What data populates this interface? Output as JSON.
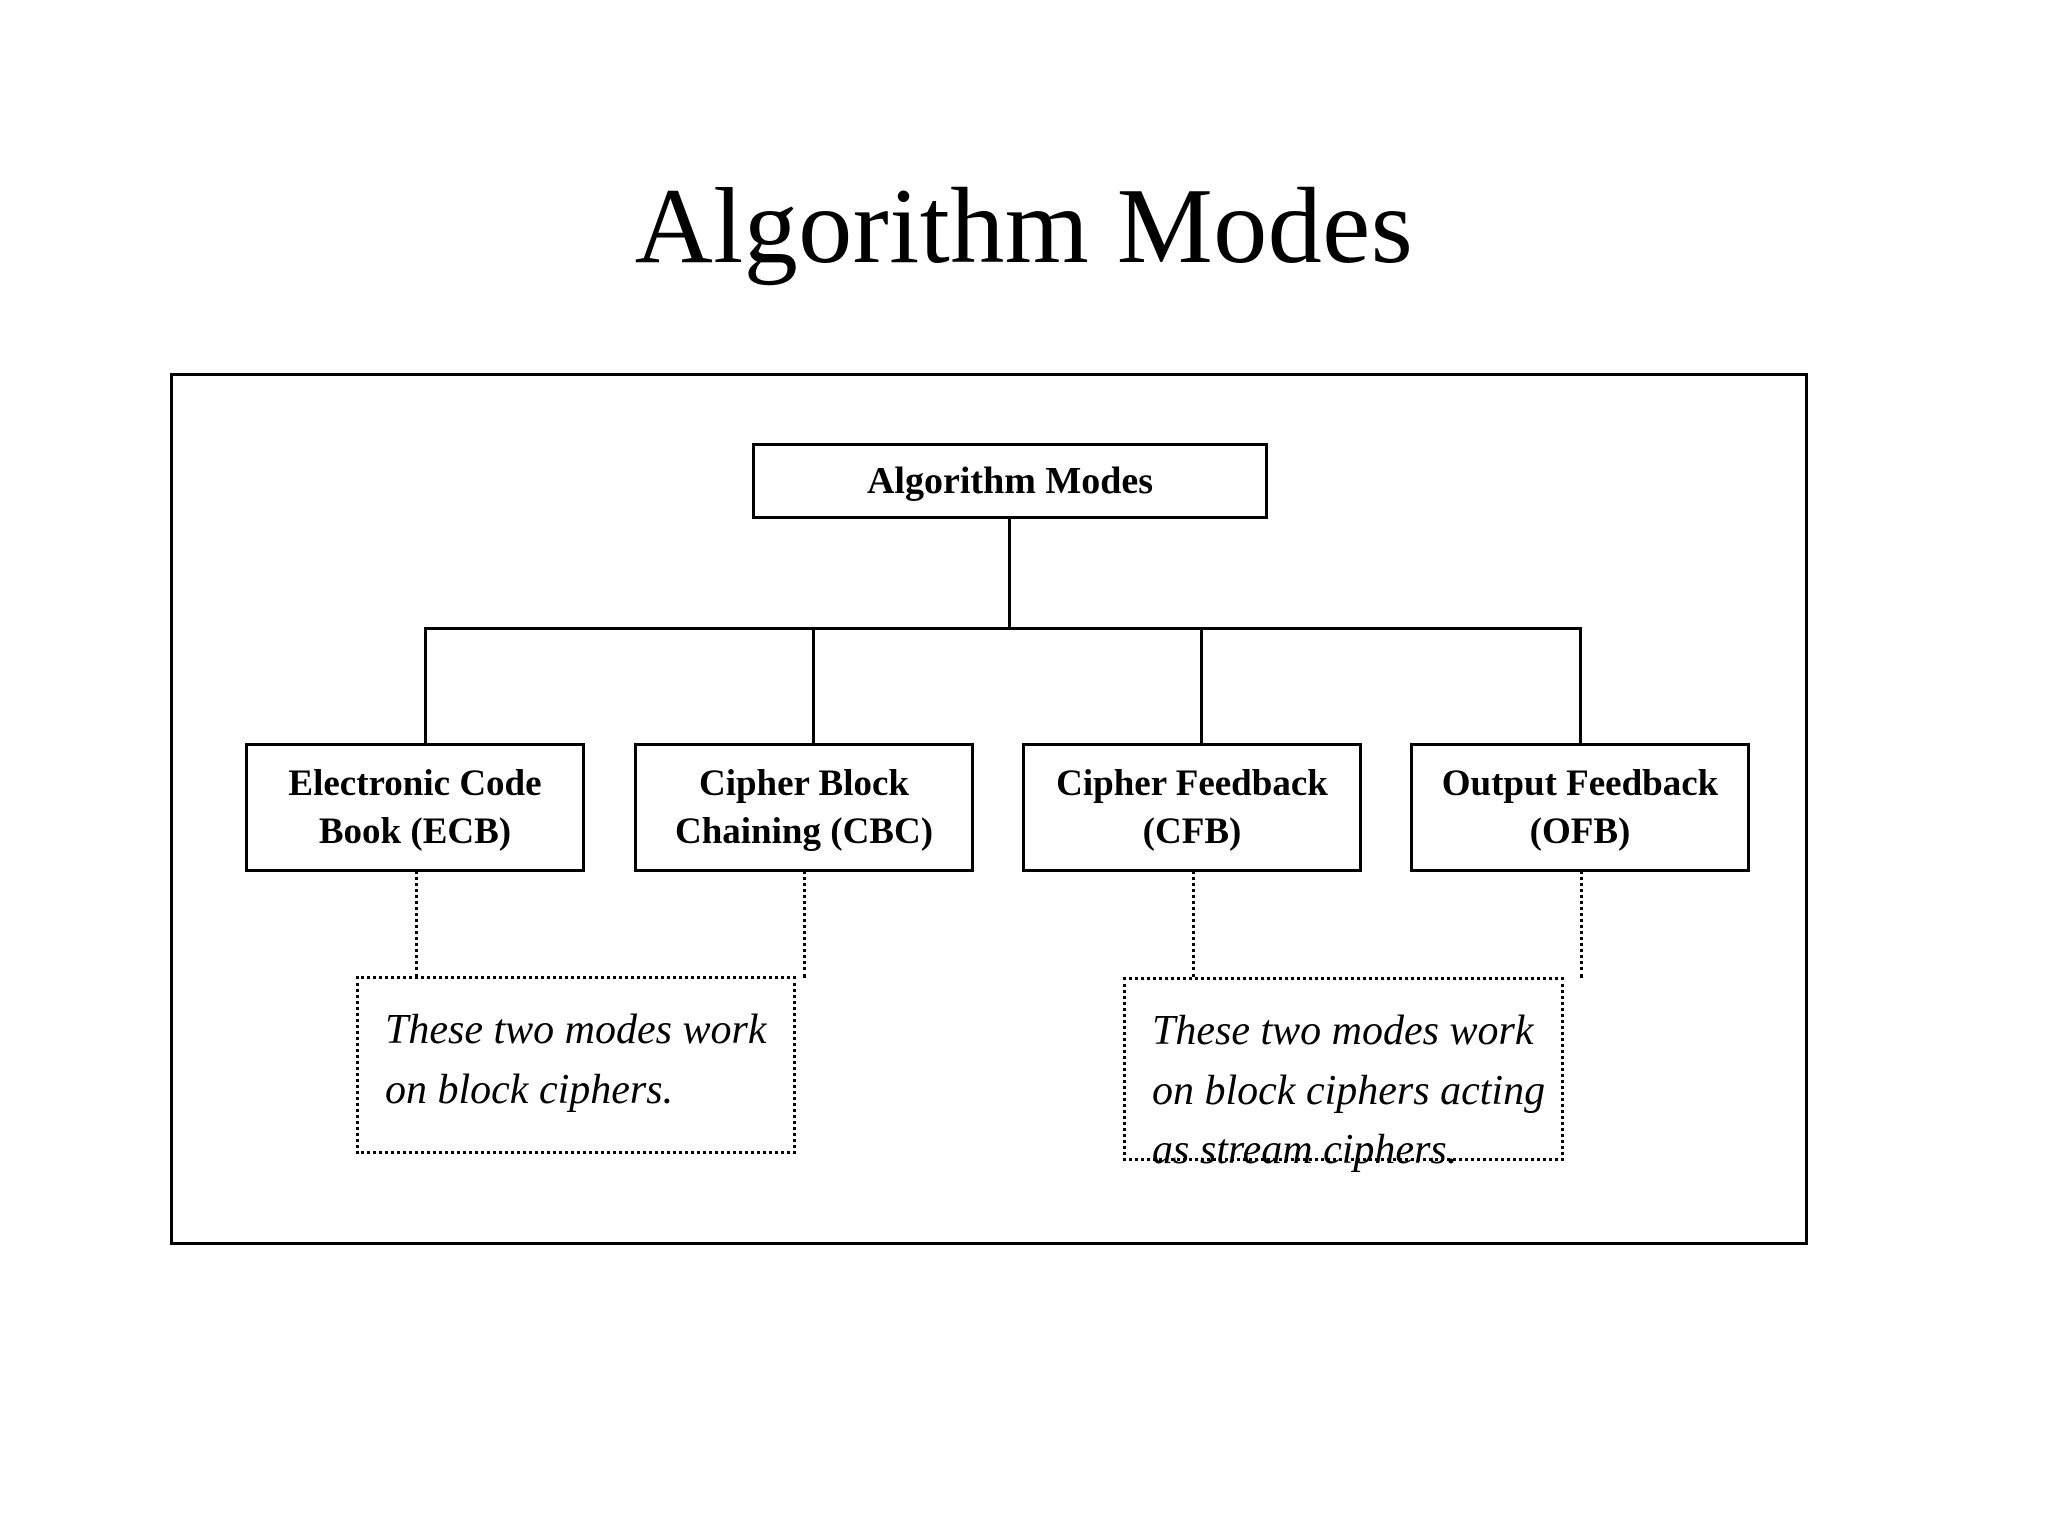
{
  "slide": {
    "title": "Algorithm Modes",
    "background_color": "#ffffff",
    "line_color": "#000000"
  },
  "diagram": {
    "root": {
      "label": "Algorithm Modes"
    },
    "leaves": [
      {
        "id": "ecb",
        "line1": "Electronic Code",
        "line2": "Book (ECB)"
      },
      {
        "id": "cbc",
        "line1": "Cipher Block",
        "line2": "Chaining (CBC)"
      },
      {
        "id": "cfb",
        "line1": "Cipher Feedback",
        "line2": "(CFB)"
      },
      {
        "id": "ofb",
        "line1": "Output Feedback",
        "line2": "(OFB)"
      }
    ],
    "notes": [
      {
        "id": "note-left",
        "line1": "These two modes work",
        "line2": "on block ciphers.",
        "line3": ""
      },
      {
        "id": "note-right",
        "line1": "These two modes work",
        "line2": "on block ciphers acting",
        "line3": "as stream ciphers."
      }
    ]
  }
}
